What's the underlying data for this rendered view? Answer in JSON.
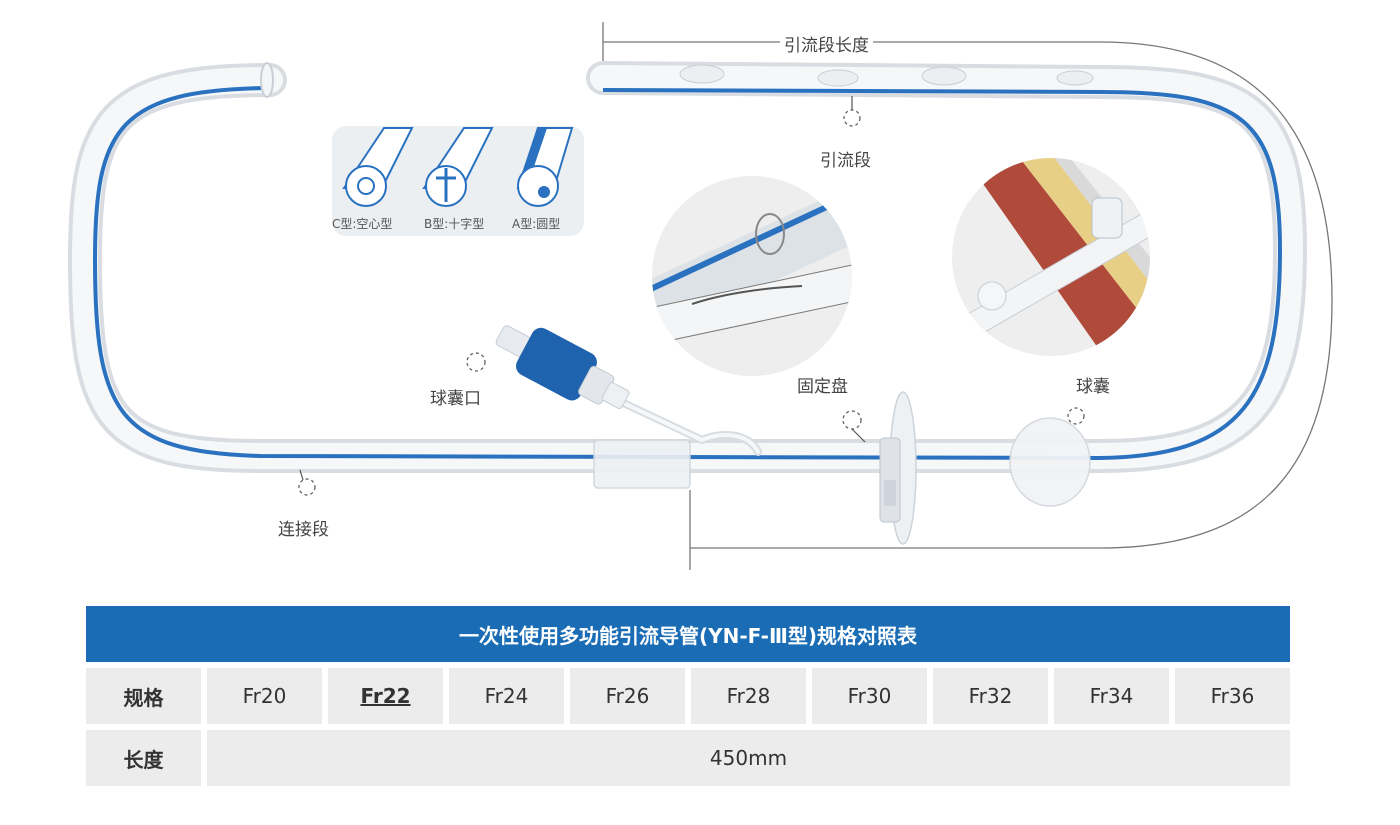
{
  "labels": {
    "drain_length": "引流段长度",
    "drain_section": "引流段",
    "balloon_port": "球囊口",
    "fixing_disc": "固定盘",
    "balloon": "球囊",
    "connecting_section": "连接段"
  },
  "cross_sections": [
    {
      "label": "C型:空心型"
    },
    {
      "label": "B型:十字型"
    },
    {
      "label": "A型:圆型"
    }
  ],
  "spec_table": {
    "title": "一次性使用多功能引流导管(YN-F-Ⅲ型)规格对照表",
    "row1_header": "规格",
    "sizes": [
      "Fr20",
      "Fr22",
      "Fr24",
      "Fr26",
      "Fr28",
      "Fr30",
      "Fr32",
      "Fr34",
      "Fr36"
    ],
    "row2_header": "长度",
    "length": "450mm"
  },
  "colors": {
    "header_blue": "#1a6cb4",
    "stripe_blue": "#2a72c0",
    "connector_blue": "#1f62ad"
  }
}
